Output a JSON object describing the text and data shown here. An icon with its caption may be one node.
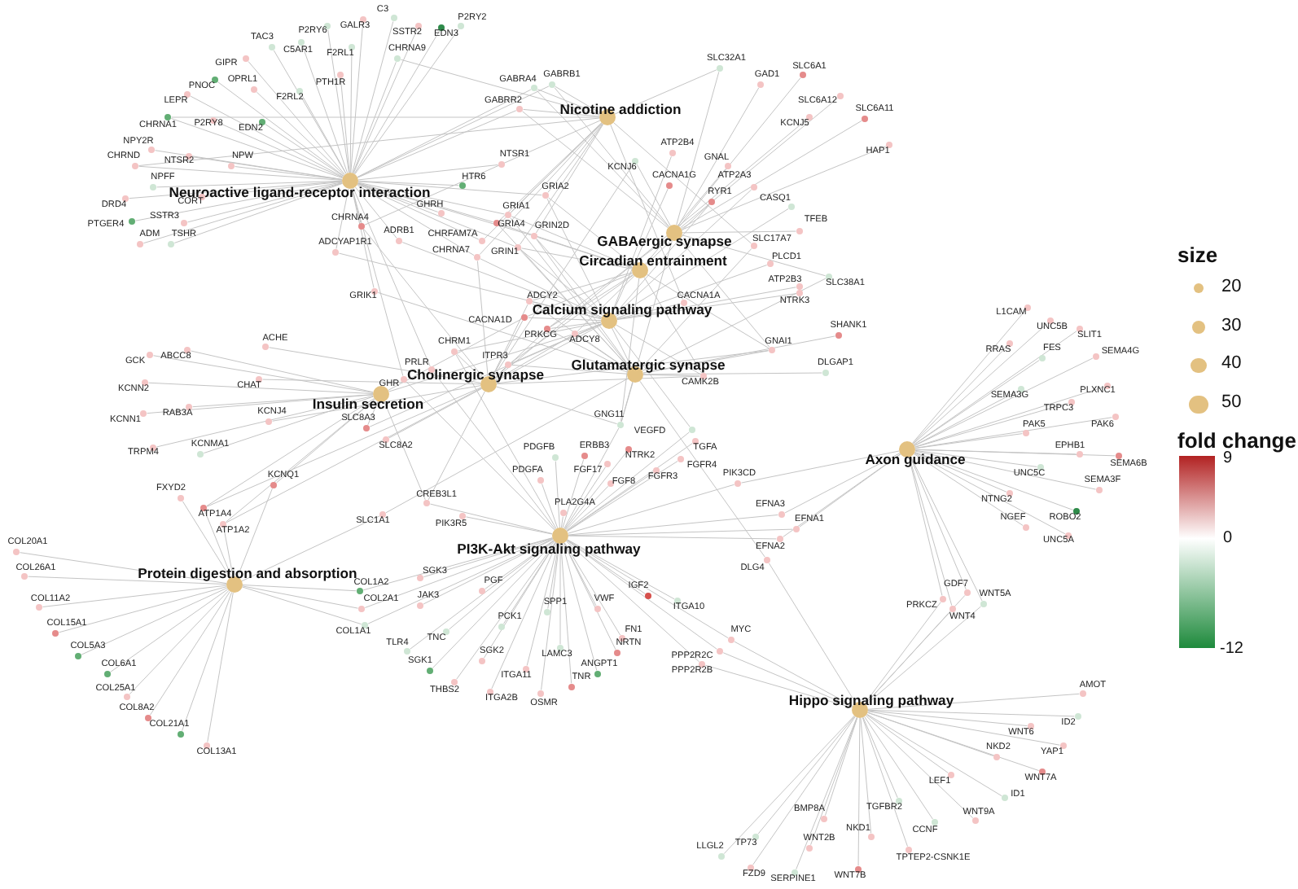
{
  "diagram": {
    "nodes": [
      {
        "text": [
          "Neuroactive ligand-receptor interaction"
        ]
      },
      {
        "text": [
          "Nicotine addiction"
        ]
      },
      {
        "text": [
          "GABAergic synapse"
        ]
      },
      {
        "text": [
          "Circadian entrainment"
        ]
      },
      {
        "text": [
          "Calcium signaling pathway"
        ]
      },
      {
        "text": [
          "Cholinergic synapse"
        ]
      },
      {
        "text": [
          "Glutamatergic synapse"
        ]
      },
      {
        "text": [
          "Insulin secretion"
        ]
      },
      {
        "text": [
          "Protein digestion and absorption"
        ]
      },
      {
        "text": [
          "PI3K-Akt signaling pathway"
        ]
      },
      {
        "text": [
          "Axon guidance"
        ]
      },
      {
        "text": [
          "Hippo signaling pathway"
        ]
      },
      {
        "text": [
          "C3"
        ]
      },
      {
        "text": [
          "TAC3"
        ]
      },
      {
        "text": [
          "P2RY6"
        ]
      },
      {
        "text": [
          "GALR3"
        ]
      },
      {
        "text": [
          "SSTR2"
        ]
      },
      {
        "text": [
          "EDN3"
        ]
      },
      {
        "text": [
          "P2RY2"
        ]
      },
      {
        "text": [
          "C5AR1"
        ]
      },
      {
        "text": [
          "F2RL1"
        ]
      },
      {
        "text": [
          "CHRNA9"
        ]
      },
      {
        "text": [
          "GIPR"
        ]
      },
      {
        "text": [
          "PNOC"
        ]
      },
      {
        "text": [
          "OPRL1"
        ]
      },
      {
        "text": [
          "PTH1R"
        ]
      },
      {
        "text": [
          "F2RL2"
        ]
      },
      {
        "text": [
          "LEPR"
        ]
      },
      {
        "text": [
          "CHRNA1"
        ]
      },
      {
        "text": [
          "P2RY8"
        ]
      },
      {
        "text": [
          "EDN2"
        ]
      },
      {
        "text": [
          "NPY2R"
        ]
      },
      {
        "text": [
          "CHRND"
        ]
      },
      {
        "text": [
          "NTSR2"
        ]
      },
      {
        "text": [
          "NPW"
        ]
      },
      {
        "text": [
          "NPFF"
        ]
      },
      {
        "text": [
          "DRD4"
        ]
      },
      {
        "text": [
          "CORT"
        ]
      },
      {
        "text": [
          "SSTR3"
        ]
      },
      {
        "text": [
          "PTGER4"
        ]
      },
      {
        "text": [
          "ADM"
        ]
      },
      {
        "text": [
          "TSHR"
        ]
      },
      {
        "text": [
          "GABRA4"
        ]
      },
      {
        "text": [
          "GABRB1"
        ]
      },
      {
        "text": [
          "GABRR2"
        ]
      },
      {
        "text": [
          "NTSR1"
        ]
      },
      {
        "text": [
          "HTR6"
        ]
      },
      {
        "text": [
          "GHRH"
        ]
      },
      {
        "text": [
          "GRIA2"
        ]
      },
      {
        "text": [
          "GRIA1"
        ]
      },
      {
        "text": [
          "GRIA4"
        ]
      },
      {
        "text": [
          "GRIN2D"
        ]
      },
      {
        "text": [
          "CHRFAM7A"
        ]
      },
      {
        "text": [
          "CHRNA7"
        ]
      },
      {
        "text": [
          "GRIN1"
        ]
      },
      {
        "text": [
          "CHRNA4"
        ]
      },
      {
        "text": [
          "ADRB1"
        ]
      },
      {
        "text": [
          "ADCYAP1R1"
        ]
      },
      {
        "text": [
          "GRIK1"
        ]
      },
      {
        "text": [
          "SLC32A1"
        ]
      },
      {
        "text": [
          "GAD1"
        ]
      },
      {
        "text": [
          "SLC6A1"
        ]
      },
      {
        "text": [
          "SLC6A12"
        ]
      },
      {
        "text": [
          "SLC6A11"
        ]
      },
      {
        "text": [
          "KCNJ5"
        ]
      },
      {
        "text": [
          "HAP1"
        ]
      },
      {
        "text": [
          "ATP2B4"
        ]
      },
      {
        "text": [
          "KCNJ6"
        ]
      },
      {
        "text": [
          "GNAL"
        ]
      },
      {
        "text": [
          "CACNA1G"
        ]
      },
      {
        "text": [
          "ATP2A3"
        ]
      },
      {
        "text": [
          "RYR1"
        ]
      },
      {
        "text": [
          "CASQ1"
        ]
      },
      {
        "text": [
          "TFEB"
        ]
      },
      {
        "text": [
          "SLC17A7"
        ]
      },
      {
        "text": [
          "PLCD1"
        ]
      },
      {
        "text": [
          "SLC38A1"
        ]
      },
      {
        "text": [
          "ATP2B3"
        ]
      },
      {
        "text": [
          "CACNA1A"
        ]
      },
      {
        "text": [
          "NTRK3"
        ]
      },
      {
        "text": [
          "SHANK1"
        ]
      },
      {
        "text": [
          "GNAI1"
        ]
      },
      {
        "text": [
          "DLGAP1"
        ]
      },
      {
        "text": [
          "CAMK2B"
        ]
      },
      {
        "text": [
          "ADCY2"
        ]
      },
      {
        "text": [
          "CACNA1D"
        ]
      },
      {
        "text": [
          "PRKCG"
        ]
      },
      {
        "text": [
          "ADCY8"
        ]
      },
      {
        "text": [
          "CHRM1"
        ]
      },
      {
        "text": [
          "ITPR3"
        ]
      },
      {
        "text": [
          "PRLR"
        ]
      },
      {
        "text": [
          "GHR"
        ]
      },
      {
        "text": [
          "GNG11"
        ]
      },
      {
        "text": [
          "VEGFD"
        ]
      },
      {
        "text": [
          "ACHE"
        ]
      },
      {
        "text": [
          "GCK"
        ]
      },
      {
        "text": [
          "ABCC8"
        ]
      },
      {
        "text": [
          "KCNN2"
        ]
      },
      {
        "text": [
          "CHAT"
        ]
      },
      {
        "text": [
          "KCNN1"
        ]
      },
      {
        "text": [
          "RAB3A"
        ]
      },
      {
        "text": [
          "KCNJ4"
        ]
      },
      {
        "text": [
          "KCNMA1"
        ]
      },
      {
        "text": [
          "TRPM4"
        ]
      },
      {
        "text": [
          "SLC8A3"
        ]
      },
      {
        "text": [
          "SLC8A2"
        ]
      },
      {
        "text": [
          "KCNQ1"
        ]
      },
      {
        "text": [
          "FXYD2"
        ]
      },
      {
        "text": [
          "ATP1A4"
        ]
      },
      {
        "text": [
          "ATP1A2"
        ]
      },
      {
        "text": [
          "SLC1A1"
        ]
      },
      {
        "text": [
          "CREB3L1"
        ]
      },
      {
        "text": [
          "PIK3R5"
        ]
      },
      {
        "text": [
          "COL20A1"
        ]
      },
      {
        "text": [
          "COL26A1"
        ]
      },
      {
        "text": [
          "COL11A2"
        ]
      },
      {
        "text": [
          "COL15A1"
        ]
      },
      {
        "text": [
          "COL5A3"
        ]
      },
      {
        "text": [
          "COL6A1"
        ]
      },
      {
        "text": [
          "COL25A1"
        ]
      },
      {
        "text": [
          "COL8A2"
        ]
      },
      {
        "text": [
          "COL21A1"
        ]
      },
      {
        "text": [
          "COL13A1"
        ]
      },
      {
        "text": [
          "COL1A2"
        ]
      },
      {
        "text": [
          "COL2A1"
        ]
      },
      {
        "text": [
          "COL1A1"
        ]
      },
      {
        "text": [
          "PDGFB"
        ]
      },
      {
        "text": [
          "ERBB3"
        ]
      },
      {
        "text": [
          "NTRK2"
        ]
      },
      {
        "text": [
          "TGFA"
        ]
      },
      {
        "text": [
          "PDGFA"
        ]
      },
      {
        "text": [
          "FGF17"
        ]
      },
      {
        "text": [
          "FGFR4"
        ]
      },
      {
        "text": [
          "FGF8"
        ]
      },
      {
        "text": [
          "FGFR3"
        ]
      },
      {
        "text": [
          "PIK3CD"
        ]
      },
      {
        "text": [
          "PLA2G4A"
        ]
      },
      {
        "text": [
          "EFNA3"
        ]
      },
      {
        "text": [
          "EFNA1"
        ]
      },
      {
        "text": [
          "EFNA2"
        ]
      },
      {
        "text": [
          "DLG4"
        ]
      },
      {
        "text": [
          "SGK3"
        ]
      },
      {
        "text": [
          "PGF"
        ]
      },
      {
        "text": [
          "IGF2"
        ]
      },
      {
        "text": [
          "JAK3"
        ]
      },
      {
        "text": [
          "VWF"
        ]
      },
      {
        "text": [
          "SPP1"
        ]
      },
      {
        "text": [
          "ITGA10"
        ]
      },
      {
        "text": [
          "PCK1"
        ]
      },
      {
        "text": [
          "FN1"
        ]
      },
      {
        "text": [
          "MYC"
        ]
      },
      {
        "text": [
          "TNC"
        ]
      },
      {
        "text": [
          "NRTN"
        ]
      },
      {
        "text": [
          "TLR4"
        ]
      },
      {
        "text": [
          "SGK2"
        ]
      },
      {
        "text": [
          "LAMC3"
        ]
      },
      {
        "text": [
          "PPP2R2C"
        ]
      },
      {
        "text": [
          "SGK1"
        ]
      },
      {
        "text": [
          "ANGPT1"
        ]
      },
      {
        "text": [
          "PPP2R2B"
        ]
      },
      {
        "text": [
          "ITGA11"
        ]
      },
      {
        "text": [
          "TNR"
        ]
      },
      {
        "text": [
          "THBS2"
        ]
      },
      {
        "text": [
          "ITGA2B"
        ]
      },
      {
        "text": [
          "OSMR"
        ]
      },
      {
        "text": [
          "L1CAM"
        ]
      },
      {
        "text": [
          "UNC5B"
        ]
      },
      {
        "text": [
          "SLIT1"
        ]
      },
      {
        "text": [
          "RRAS"
        ]
      },
      {
        "text": [
          "FES"
        ]
      },
      {
        "text": [
          "SEMA4G"
        ]
      },
      {
        "text": [
          "SEMA3G"
        ]
      },
      {
        "text": [
          "PLXNC1"
        ]
      },
      {
        "text": [
          "TRPC3"
        ]
      },
      {
        "text": [
          "PAK5"
        ]
      },
      {
        "text": [
          "PAK6"
        ]
      },
      {
        "text": [
          "EPHB1"
        ]
      },
      {
        "text": [
          "SEMA6B"
        ]
      },
      {
        "text": [
          "UNC5C"
        ]
      },
      {
        "text": [
          "SEMA3F"
        ]
      },
      {
        "text": [
          "NTNG2"
        ]
      },
      {
        "text": [
          "ROBO2"
        ]
      },
      {
        "text": [
          "NGEF"
        ]
      },
      {
        "text": [
          "UNC5A"
        ]
      },
      {
        "text": [
          "GDF7"
        ]
      },
      {
        "text": [
          "WNT5A"
        ]
      },
      {
        "text": [
          "PRKCZ"
        ]
      },
      {
        "text": [
          "WNT4"
        ]
      },
      {
        "text": [
          "AMOT"
        ]
      },
      {
        "text": [
          "ID2"
        ]
      },
      {
        "text": [
          "WNT6"
        ]
      },
      {
        "text": [
          "NKD2"
        ]
      },
      {
        "text": [
          "YAP1"
        ]
      },
      {
        "text": [
          "WNT7A"
        ]
      },
      {
        "text": [
          "LEF1"
        ]
      },
      {
        "text": [
          "ID1"
        ]
      },
      {
        "text": [
          "TGFBR2"
        ]
      },
      {
        "text": [
          "BMP8A"
        ]
      },
      {
        "text": [
          "WNT9A"
        ]
      },
      {
        "text": [
          "NKD1"
        ]
      },
      {
        "text": [
          "CCNF"
        ]
      },
      {
        "text": [
          "WNT2B"
        ]
      },
      {
        "text": [
          "LLGL2"
        ]
      },
      {
        "text": [
          "TP73"
        ]
      },
      {
        "text": [
          "TPTEP2-CSNK1E"
        ]
      },
      {
        "text": [
          "FZD9"
        ]
      },
      {
        "text": [
          "SERPINE1"
        ]
      },
      {
        "text": [
          "WNT7B"
        ]
      }
    ],
    "edges": [
      {
        "from": 0,
        "to": 12,
        "arrow": "none"
      },
      {
        "from": 0,
        "to": 13,
        "arrow": "none"
      },
      {
        "from": 0,
        "to": 14,
        "arrow": "none"
      },
      {
        "from": 0,
        "to": 15,
        "arrow": "none"
      },
      {
        "from": 0,
        "to": 16,
        "arrow": "none"
      },
      {
        "from": 0,
        "to": 17,
        "arrow": "none"
      },
      {
        "from": 0,
        "to": 18,
        "arrow": "none"
      },
      {
        "from": 0,
        "to": 19,
        "arrow": "none"
      },
      {
        "from": 0,
        "to": 20,
        "arrow": "none"
      },
      {
        "from": 0,
        "to": 21,
        "arrow": "none"
      },
      {
        "from": 1,
        "to": 21,
        "arrow": "none"
      },
      {
        "from": 0,
        "to": 22,
        "arrow": "none"
      },
      {
        "from": 0,
        "to": 23,
        "arrow": "none"
      },
      {
        "from": 0,
        "to": 24,
        "arrow": "none"
      },
      {
        "from": 0,
        "to": 25,
        "arrow": "none"
      },
      {
        "from": 0,
        "to": 26,
        "arrow": "none"
      },
      {
        "from": 0,
        "to": 27,
        "arrow": "none"
      },
      {
        "from": 0,
        "to": 28,
        "arrow": "none"
      },
      {
        "from": 1,
        "to": 28,
        "arrow": "none"
      },
      {
        "from": 0,
        "to": 29,
        "arrow": "none"
      },
      {
        "from": 0,
        "to": 30,
        "arrow": "none"
      },
      {
        "from": 0,
        "to": 31,
        "arrow": "none"
      },
      {
        "from": 0,
        "to": 32,
        "arrow": "none"
      },
      {
        "from": 1,
        "to": 32,
        "arrow": "none"
      },
      {
        "from": 0,
        "to": 33,
        "arrow": "none"
      },
      {
        "from": 0,
        "to": 34,
        "arrow": "none"
      },
      {
        "from": 0,
        "to": 35,
        "arrow": "none"
      },
      {
        "from": 0,
        "to": 36,
        "arrow": "none"
      },
      {
        "from": 0,
        "to": 37,
        "arrow": "none"
      },
      {
        "from": 0,
        "to": 38,
        "arrow": "none"
      },
      {
        "from": 0,
        "to": 39,
        "arrow": "none"
      },
      {
        "from": 0,
        "to": 40,
        "arrow": "none"
      },
      {
        "from": 0,
        "to": 41,
        "arrow": "none"
      },
      {
        "from": 0,
        "to": 42,
        "arrow": "none"
      },
      {
        "from": 1,
        "to": 42,
        "arrow": "none"
      },
      {
        "from": 2,
        "to": 42,
        "arrow": "none"
      },
      {
        "from": 0,
        "to": 43,
        "arrow": "none"
      },
      {
        "from": 1,
        "to": 43,
        "arrow": "none"
      },
      {
        "from": 2,
        "to": 43,
        "arrow": "none"
      },
      {
        "from": 0,
        "to": 44,
        "arrow": "none"
      },
      {
        "from": 1,
        "to": 44,
        "arrow": "none"
      },
      {
        "from": 2,
        "to": 44,
        "arrow": "none"
      },
      {
        "from": 0,
        "to": 45,
        "arrow": "none"
      },
      {
        "from": 0,
        "to": 46,
        "arrow": "none"
      },
      {
        "from": 0,
        "to": 47,
        "arrow": "none"
      },
      {
        "from": 0,
        "to": 48,
        "arrow": "none"
      },
      {
        "from": 1,
        "to": 48,
        "arrow": "none"
      },
      {
        "from": 3,
        "to": 48,
        "arrow": "none"
      },
      {
        "from": 6,
        "to": 48,
        "arrow": "none"
      },
      {
        "from": 0,
        "to": 49,
        "arrow": "none"
      },
      {
        "from": 1,
        "to": 49,
        "arrow": "none"
      },
      {
        "from": 3,
        "to": 49,
        "arrow": "none"
      },
      {
        "from": 6,
        "to": 49,
        "arrow": "none"
      },
      {
        "from": 0,
        "to": 50,
        "arrow": "none"
      },
      {
        "from": 1,
        "to": 50,
        "arrow": "none"
      },
      {
        "from": 3,
        "to": 50,
        "arrow": "none"
      },
      {
        "from": 6,
        "to": 50,
        "arrow": "none"
      },
      {
        "from": 0,
        "to": 51,
        "arrow": "none"
      },
      {
        "from": 1,
        "to": 51,
        "arrow": "none"
      },
      {
        "from": 3,
        "to": 51,
        "arrow": "none"
      },
      {
        "from": 4,
        "to": 51,
        "arrow": "none"
      },
      {
        "from": 6,
        "to": 51,
        "arrow": "none"
      },
      {
        "from": 0,
        "to": 52,
        "arrow": "none"
      },
      {
        "from": 1,
        "to": 52,
        "arrow": "none"
      },
      {
        "from": 0,
        "to": 53,
        "arrow": "none"
      },
      {
        "from": 1,
        "to": 53,
        "arrow": "none"
      },
      {
        "from": 4,
        "to": 53,
        "arrow": "none"
      },
      {
        "from": 5,
        "to": 53,
        "arrow": "none"
      },
      {
        "from": 0,
        "to": 54,
        "arrow": "none"
      },
      {
        "from": 1,
        "to": 54,
        "arrow": "none"
      },
      {
        "from": 3,
        "to": 54,
        "arrow": "none"
      },
      {
        "from": 4,
        "to": 54,
        "arrow": "none"
      },
      {
        "from": 6,
        "to": 54,
        "arrow": "none"
      },
      {
        "from": 0,
        "to": 55,
        "arrow": "none"
      },
      {
        "from": 1,
        "to": 55,
        "arrow": "none"
      },
      {
        "from": 5,
        "to": 55,
        "arrow": "none"
      },
      {
        "from": 0,
        "to": 56,
        "arrow": "none"
      },
      {
        "from": 4,
        "to": 56,
        "arrow": "none"
      },
      {
        "from": 0,
        "to": 57,
        "arrow": "none"
      },
      {
        "from": 4,
        "to": 57,
        "arrow": "none"
      },
      {
        "from": 0,
        "to": 58,
        "arrow": "none"
      },
      {
        "from": 6,
        "to": 58,
        "arrow": "none"
      },
      {
        "from": 1,
        "to": 59,
        "arrow": "none"
      },
      {
        "from": 2,
        "to": 59,
        "arrow": "none"
      },
      {
        "from": 2,
        "to": 60,
        "arrow": "none"
      },
      {
        "from": 2,
        "to": 61,
        "arrow": "none"
      },
      {
        "from": 2,
        "to": 62,
        "arrow": "none"
      },
      {
        "from": 2,
        "to": 63,
        "arrow": "none"
      },
      {
        "from": 5,
        "to": 64,
        "arrow": "none"
      },
      {
        "from": 2,
        "to": 65,
        "arrow": "none"
      },
      {
        "from": 4,
        "to": 66,
        "arrow": "none"
      },
      {
        "from": 2,
        "to": 67,
        "arrow": "none"
      },
      {
        "from": 5,
        "to": 67,
        "arrow": "none"
      },
      {
        "from": 3,
        "to": 68,
        "arrow": "none"
      },
      {
        "from": 4,
        "to": 69,
        "arrow": "none"
      },
      {
        "from": 4,
        "to": 70,
        "arrow": "none"
      },
      {
        "from": 3,
        "to": 71,
        "arrow": "none"
      },
      {
        "from": 4,
        "to": 71,
        "arrow": "none"
      },
      {
        "from": 4,
        "to": 72,
        "arrow": "none"
      },
      {
        "from": 2,
        "to": 73,
        "arrow": "none"
      },
      {
        "from": 1,
        "to": 74,
        "arrow": "none"
      },
      {
        "from": 6,
        "to": 74,
        "arrow": "none"
      },
      {
        "from": 4,
        "to": 75,
        "arrow": "none"
      },
      {
        "from": 2,
        "to": 76,
        "arrow": "none"
      },
      {
        "from": 6,
        "to": 76,
        "arrow": "none"
      },
      {
        "from": 4,
        "to": 77,
        "arrow": "none"
      },
      {
        "from": 1,
        "to": 78,
        "arrow": "none"
      },
      {
        "from": 4,
        "to": 78,
        "arrow": "none"
      },
      {
        "from": 4,
        "to": 79,
        "arrow": "none"
      },
      {
        "from": 6,
        "to": 80,
        "arrow": "none"
      },
      {
        "from": 2,
        "to": 81,
        "arrow": "none"
      },
      {
        "from": 3,
        "to": 81,
        "arrow": "none"
      },
      {
        "from": 5,
        "to": 81,
        "arrow": "none"
      },
      {
        "from": 6,
        "to": 81,
        "arrow": "none"
      },
      {
        "from": 6,
        "to": 82,
        "arrow": "none"
      },
      {
        "from": 3,
        "to": 83,
        "arrow": "none"
      },
      {
        "from": 4,
        "to": 83,
        "arrow": "none"
      },
      {
        "from": 5,
        "to": 83,
        "arrow": "none"
      },
      {
        "from": 6,
        "to": 83,
        "arrow": "none"
      },
      {
        "from": 3,
        "to": 84,
        "arrow": "none"
      },
      {
        "from": 4,
        "to": 84,
        "arrow": "none"
      },
      {
        "from": 5,
        "to": 84,
        "arrow": "none"
      },
      {
        "from": 6,
        "to": 84,
        "arrow": "none"
      },
      {
        "from": 3,
        "to": 85,
        "arrow": "none"
      },
      {
        "from": 4,
        "to": 85,
        "arrow": "none"
      },
      {
        "from": 5,
        "to": 85,
        "arrow": "none"
      },
      {
        "from": 7,
        "to": 85,
        "arrow": "none"
      },
      {
        "from": 2,
        "to": 86,
        "arrow": "none"
      },
      {
        "from": 3,
        "to": 86,
        "arrow": "none"
      },
      {
        "from": 4,
        "to": 86,
        "arrow": "none"
      },
      {
        "from": 5,
        "to": 86,
        "arrow": "none"
      },
      {
        "from": 6,
        "to": 86,
        "arrow": "none"
      },
      {
        "from": 3,
        "to": 87,
        "arrow": "none"
      },
      {
        "from": 4,
        "to": 87,
        "arrow": "none"
      },
      {
        "from": 5,
        "to": 87,
        "arrow": "none"
      },
      {
        "from": 6,
        "to": 87,
        "arrow": "none"
      },
      {
        "from": 7,
        "to": 87,
        "arrow": "none"
      },
      {
        "from": 4,
        "to": 88,
        "arrow": "none"
      },
      {
        "from": 5,
        "to": 88,
        "arrow": "none"
      },
      {
        "from": 9,
        "to": 88,
        "arrow": "none"
      },
      {
        "from": 3,
        "to": 89,
        "arrow": "none"
      },
      {
        "from": 4,
        "to": 89,
        "arrow": "none"
      },
      {
        "from": 5,
        "to": 89,
        "arrow": "none"
      },
      {
        "from": 6,
        "to": 89,
        "arrow": "none"
      },
      {
        "from": 0,
        "to": 90,
        "arrow": "none"
      },
      {
        "from": 9,
        "to": 90,
        "arrow": "none"
      },
      {
        "from": 0,
        "to": 91,
        "arrow": "none"
      },
      {
        "from": 9,
        "to": 91,
        "arrow": "none"
      },
      {
        "from": 2,
        "to": 92,
        "arrow": "none"
      },
      {
        "from": 3,
        "to": 92,
        "arrow": "none"
      },
      {
        "from": 5,
        "to": 92,
        "arrow": "none"
      },
      {
        "from": 6,
        "to": 92,
        "arrow": "none"
      },
      {
        "from": 9,
        "to": 92,
        "arrow": "none"
      },
      {
        "from": 4,
        "to": 93,
        "arrow": "none"
      },
      {
        "from": 9,
        "to": 93,
        "arrow": "none"
      },
      {
        "from": 5,
        "to": 94,
        "arrow": "none"
      },
      {
        "from": 7,
        "to": 95,
        "arrow": "none"
      },
      {
        "from": 7,
        "to": 96,
        "arrow": "none"
      },
      {
        "from": 7,
        "to": 97,
        "arrow": "none"
      },
      {
        "from": 5,
        "to": 98,
        "arrow": "none"
      },
      {
        "from": 7,
        "to": 99,
        "arrow": "none"
      },
      {
        "from": 7,
        "to": 100,
        "arrow": "none"
      },
      {
        "from": 5,
        "to": 101,
        "arrow": "none"
      },
      {
        "from": 7,
        "to": 102,
        "arrow": "none"
      },
      {
        "from": 7,
        "to": 103,
        "arrow": "none"
      },
      {
        "from": 4,
        "to": 104,
        "arrow": "none"
      },
      {
        "from": 7,
        "to": 104,
        "arrow": "none"
      },
      {
        "from": 4,
        "to": 105,
        "arrow": "none"
      },
      {
        "from": 7,
        "to": 106,
        "arrow": "none"
      },
      {
        "from": 8,
        "to": 106,
        "arrow": "none"
      },
      {
        "from": 8,
        "to": 107,
        "arrow": "none"
      },
      {
        "from": 5,
        "to": 108,
        "arrow": "none"
      },
      {
        "from": 7,
        "to": 108,
        "arrow": "none"
      },
      {
        "from": 8,
        "to": 108,
        "arrow": "none"
      },
      {
        "from": 5,
        "to": 109,
        "arrow": "none"
      },
      {
        "from": 7,
        "to": 109,
        "arrow": "none"
      },
      {
        "from": 8,
        "to": 109,
        "arrow": "none"
      },
      {
        "from": 6,
        "to": 110,
        "arrow": "none"
      },
      {
        "from": 8,
        "to": 110,
        "arrow": "none"
      },
      {
        "from": 5,
        "to": 111,
        "arrow": "none"
      },
      {
        "from": 7,
        "to": 111,
        "arrow": "none"
      },
      {
        "from": 9,
        "to": 111,
        "arrow": "none"
      },
      {
        "from": 9,
        "to": 112,
        "arrow": "none"
      },
      {
        "from": 8,
        "to": 113,
        "arrow": "none"
      },
      {
        "from": 8,
        "to": 114,
        "arrow": "none"
      },
      {
        "from": 8,
        "to": 115,
        "arrow": "none"
      },
      {
        "from": 8,
        "to": 116,
        "arrow": "none"
      },
      {
        "from": 8,
        "to": 117,
        "arrow": "none"
      },
      {
        "from": 8,
        "to": 118,
        "arrow": "none"
      },
      {
        "from": 8,
        "to": 119,
        "arrow": "none"
      },
      {
        "from": 8,
        "to": 120,
        "arrow": "none"
      },
      {
        "from": 8,
        "to": 121,
        "arrow": "none"
      },
      {
        "from": 8,
        "to": 122,
        "arrow": "none"
      },
      {
        "from": 8,
        "to": 123,
        "arrow": "none"
      },
      {
        "from": 9,
        "to": 123,
        "arrow": "none"
      },
      {
        "from": 8,
        "to": 124,
        "arrow": "none"
      },
      {
        "from": 9,
        "to": 124,
        "arrow": "none"
      },
      {
        "from": 8,
        "to": 125,
        "arrow": "none"
      },
      {
        "from": 9,
        "to": 125,
        "arrow": "none"
      },
      {
        "from": 9,
        "to": 126,
        "arrow": "none"
      },
      {
        "from": 9,
        "to": 127,
        "arrow": "none"
      },
      {
        "from": 9,
        "to": 128,
        "arrow": "none"
      },
      {
        "from": 9,
        "to": 129,
        "arrow": "none"
      },
      {
        "from": 9,
        "to": 130,
        "arrow": "none"
      },
      {
        "from": 9,
        "to": 131,
        "arrow": "none"
      },
      {
        "from": 9,
        "to": 132,
        "arrow": "none"
      },
      {
        "from": 9,
        "to": 133,
        "arrow": "none"
      },
      {
        "from": 9,
        "to": 134,
        "arrow": "none"
      },
      {
        "from": 9,
        "to": 135,
        "arrow": "none"
      },
      {
        "from": 10,
        "to": 135,
        "arrow": "none"
      },
      {
        "from": 9,
        "to": 136,
        "arrow": "none"
      },
      {
        "from": 9,
        "to": 137,
        "arrow": "none"
      },
      {
        "from": 10,
        "to": 137,
        "arrow": "none"
      },
      {
        "from": 9,
        "to": 138,
        "arrow": "none"
      },
      {
        "from": 10,
        "to": 138,
        "arrow": "none"
      },
      {
        "from": 9,
        "to": 139,
        "arrow": "none"
      },
      {
        "from": 10,
        "to": 139,
        "arrow": "none"
      },
      {
        "from": 6,
        "to": 140,
        "arrow": "none"
      },
      {
        "from": 11,
        "to": 140,
        "arrow": "none"
      },
      {
        "from": 9,
        "to": 141,
        "arrow": "none"
      },
      {
        "from": 9,
        "to": 142,
        "arrow": "none"
      },
      {
        "from": 9,
        "to": 143,
        "arrow": "none"
      },
      {
        "from": 9,
        "to": 144,
        "arrow": "none"
      },
      {
        "from": 9,
        "to": 145,
        "arrow": "none"
      },
      {
        "from": 9,
        "to": 146,
        "arrow": "none"
      },
      {
        "from": 9,
        "to": 147,
        "arrow": "none"
      },
      {
        "from": 9,
        "to": 148,
        "arrow": "none"
      },
      {
        "from": 9,
        "to": 149,
        "arrow": "none"
      },
      {
        "from": 9,
        "to": 150,
        "arrow": "none"
      },
      {
        "from": 11,
        "to": 150,
        "arrow": "none"
      },
      {
        "from": 9,
        "to": 151,
        "arrow": "none"
      },
      {
        "from": 9,
        "to": 152,
        "arrow": "none"
      },
      {
        "from": 9,
        "to": 153,
        "arrow": "none"
      },
      {
        "from": 9,
        "to": 154,
        "arrow": "none"
      },
      {
        "from": 9,
        "to": 155,
        "arrow": "none"
      },
      {
        "from": 9,
        "to": 156,
        "arrow": "none"
      },
      {
        "from": 11,
        "to": 156,
        "arrow": "none"
      },
      {
        "from": 9,
        "to": 157,
        "arrow": "none"
      },
      {
        "from": 9,
        "to": 158,
        "arrow": "none"
      },
      {
        "from": 9,
        "to": 159,
        "arrow": "none"
      },
      {
        "from": 11,
        "to": 159,
        "arrow": "none"
      },
      {
        "from": 9,
        "to": 160,
        "arrow": "none"
      },
      {
        "from": 9,
        "to": 161,
        "arrow": "none"
      },
      {
        "from": 9,
        "to": 162,
        "arrow": "none"
      },
      {
        "from": 9,
        "to": 163,
        "arrow": "none"
      },
      {
        "from": 9,
        "to": 164,
        "arrow": "none"
      },
      {
        "from": 10,
        "to": 165,
        "arrow": "none"
      },
      {
        "from": 10,
        "to": 166,
        "arrow": "none"
      },
      {
        "from": 10,
        "to": 167,
        "arrow": "none"
      },
      {
        "from": 10,
        "to": 168,
        "arrow": "none"
      },
      {
        "from": 10,
        "to": 169,
        "arrow": "none"
      },
      {
        "from": 10,
        "to": 170,
        "arrow": "none"
      },
      {
        "from": 10,
        "to": 171,
        "arrow": "none"
      },
      {
        "from": 10,
        "to": 172,
        "arrow": "none"
      },
      {
        "from": 10,
        "to": 173,
        "arrow": "none"
      },
      {
        "from": 10,
        "to": 174,
        "arrow": "none"
      },
      {
        "from": 10,
        "to": 175,
        "arrow": "none"
      },
      {
        "from": 10,
        "to": 176,
        "arrow": "none"
      },
      {
        "from": 10,
        "to": 177,
        "arrow": "none"
      },
      {
        "from": 10,
        "to": 178,
        "arrow": "none"
      },
      {
        "from": 10,
        "to": 179,
        "arrow": "none"
      },
      {
        "from": 10,
        "to": 180,
        "arrow": "none"
      },
      {
        "from": 10,
        "to": 181,
        "arrow": "none"
      },
      {
        "from": 10,
        "to": 182,
        "arrow": "none"
      },
      {
        "from": 10,
        "to": 183,
        "arrow": "none"
      },
      {
        "from": 10,
        "to": 184,
        "arrow": "none"
      },
      {
        "from": 11,
        "to": 184,
        "arrow": "none"
      },
      {
        "from": 10,
        "to": 185,
        "arrow": "none"
      },
      {
        "from": 11,
        "to": 185,
        "arrow": "none"
      },
      {
        "from": 10,
        "to": 186,
        "arrow": "none"
      },
      {
        "from": 11,
        "to": 186,
        "arrow": "none"
      },
      {
        "from": 10,
        "to": 187,
        "arrow": "none"
      },
      {
        "from": 11,
        "to": 187,
        "arrow": "none"
      },
      {
        "from": 11,
        "to": 188,
        "arrow": "none"
      },
      {
        "from": 11,
        "to": 189,
        "arrow": "none"
      },
      {
        "from": 11,
        "to": 190,
        "arrow": "none"
      },
      {
        "from": 11,
        "to": 191,
        "arrow": "none"
      },
      {
        "from": 11,
        "to": 192,
        "arrow": "none"
      },
      {
        "from": 11,
        "to": 193,
        "arrow": "none"
      },
      {
        "from": 11,
        "to": 194,
        "arrow": "none"
      },
      {
        "from": 11,
        "to": 195,
        "arrow": "none"
      },
      {
        "from": 11,
        "to": 196,
        "arrow": "none"
      },
      {
        "from": 11,
        "to": 197,
        "arrow": "none"
      },
      {
        "from": 11,
        "to": 198,
        "arrow": "none"
      },
      {
        "from": 11,
        "to": 199,
        "arrow": "none"
      },
      {
        "from": 11,
        "to": 200,
        "arrow": "none"
      },
      {
        "from": 11,
        "to": 201,
        "arrow": "none"
      },
      {
        "from": 11,
        "to": 202,
        "arrow": "none"
      },
      {
        "from": 11,
        "to": 203,
        "arrow": "none"
      },
      {
        "from": 11,
        "to": 204,
        "arrow": "none"
      },
      {
        "from": 11,
        "to": 205,
        "arrow": "none"
      },
      {
        "from": 11,
        "to": 206,
        "arrow": "none"
      },
      {
        "from": 11,
        "to": 207,
        "arrow": "none"
      }
    ],
    "labels": [
      "size",
      "fold change",
      "9",
      "0",
      "-12"
    ],
    "legend": [
      {
        "text": "20"
      },
      {
        "text": "30"
      },
      {
        "text": "40"
      },
      {
        "text": "50"
      }
    ]
  }
}
